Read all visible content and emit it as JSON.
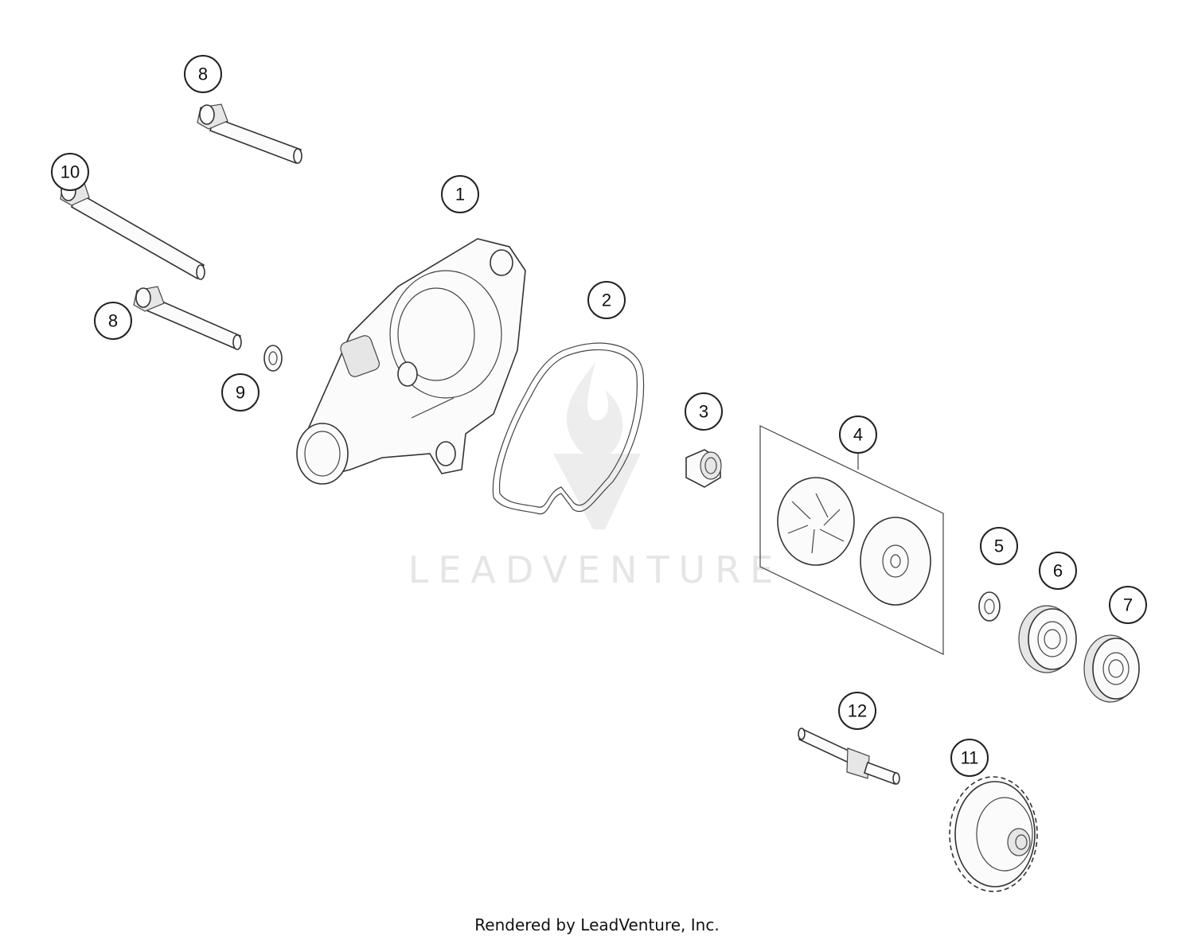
{
  "watermark": {
    "text": "LEADVENTURE"
  },
  "footer": {
    "text": "Rendered by LeadVenture, Inc."
  },
  "callouts": [
    {
      "id": "callout-1",
      "label": "1"
    },
    {
      "id": "callout-2",
      "label": "2"
    },
    {
      "id": "callout-3",
      "label": "3"
    },
    {
      "id": "callout-4",
      "label": "4"
    },
    {
      "id": "callout-5",
      "label": "5"
    },
    {
      "id": "callout-6",
      "label": "6"
    },
    {
      "id": "callout-7",
      "label": "7"
    },
    {
      "id": "callout-8a",
      "label": "8"
    },
    {
      "id": "callout-8b",
      "label": "8"
    },
    {
      "id": "callout-9",
      "label": "9"
    },
    {
      "id": "callout-10",
      "label": "10"
    },
    {
      "id": "callout-11",
      "label": "11"
    },
    {
      "id": "callout-12",
      "label": "12"
    }
  ]
}
